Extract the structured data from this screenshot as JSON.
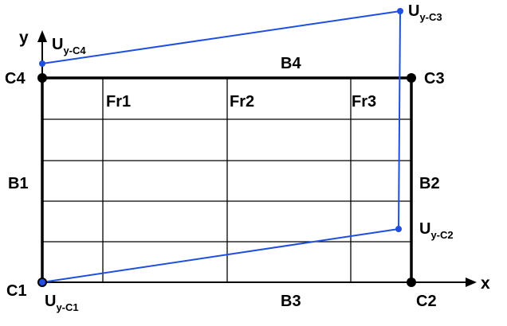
{
  "axes": {
    "x_label": "x",
    "y_label": "y"
  },
  "corners": [
    {
      "id": "c1",
      "label": "C1"
    },
    {
      "id": "c2",
      "label": "C2"
    },
    {
      "id": "c3",
      "label": "C3"
    },
    {
      "id": "c4",
      "label": "C4"
    }
  ],
  "boundaries": [
    {
      "id": "b1",
      "label": "B1"
    },
    {
      "id": "b2",
      "label": "B2"
    },
    {
      "id": "b3",
      "label": "B3"
    },
    {
      "id": "b4",
      "label": "B4"
    }
  ],
  "frames": [
    {
      "id": "fr1",
      "label": "Fr1"
    },
    {
      "id": "fr2",
      "label": "Fr2"
    },
    {
      "id": "fr3",
      "label": "Fr3"
    }
  ],
  "displacements": [
    {
      "id": "c1",
      "main": "U",
      "sub": "y-C1"
    },
    {
      "id": "c2",
      "main": "U",
      "sub": "y-C2"
    },
    {
      "id": "c3",
      "main": "U",
      "sub": "y-C3"
    },
    {
      "id": "c4",
      "main": "U",
      "sub": "y-C4"
    }
  ],
  "colors": {
    "structure": "#000000",
    "deformed": "#1f4fe0"
  }
}
